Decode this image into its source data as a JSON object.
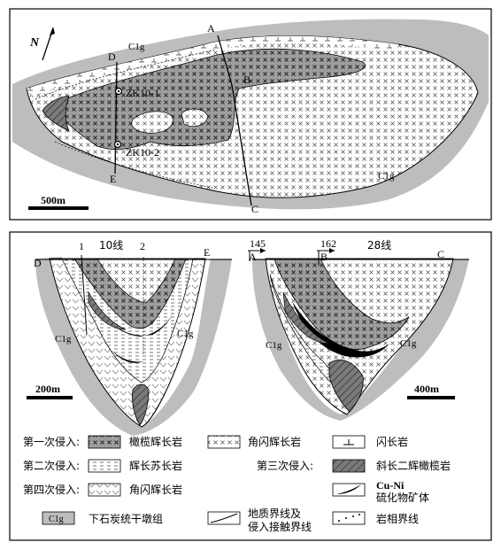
{
  "map": {
    "north_label": "N",
    "points": {
      "A": "A",
      "B": "B",
      "C": "C",
      "D": "D",
      "E": "E"
    },
    "boreholes": [
      "ZK10-1",
      "ZK10-2"
    ],
    "formation_top": "C1g",
    "formation_bottom": "C1g",
    "scale_label": "500m"
  },
  "section_left": {
    "title": "10线",
    "line_markers": [
      "1",
      "2"
    ],
    "end_left": "D",
    "end_right": "E",
    "formation_left": "C1g",
    "formation_right": "C1g",
    "scale_label": "200m"
  },
  "section_right": {
    "title": "28线",
    "markers": [
      "145",
      "162"
    ],
    "end_a": "A",
    "end_b": "B",
    "end_c": "C",
    "formation_left": "C1g",
    "formation_right": "C1g",
    "scale_label": "400m"
  },
  "legend": {
    "row1_prefix": "第一次侵入:",
    "row1_a": "橄榄辉长岩",
    "row1_b": "角闪辉长岩",
    "row1_c": "闪长岩",
    "row2_prefix": "第二次侵入:",
    "row2_a": "辉长苏长岩",
    "row2_mid_prefix": "第三次侵入:",
    "row2_b": "斜长二辉橄榄岩",
    "row3_prefix": "第四次侵入:",
    "row3_a": "角闪辉长岩",
    "row3_c_line1": "Cu-Ni",
    "row3_c_line2": "硫化物矿体",
    "row4_swatch": "C1g",
    "row4_a": "下石炭统干墩组",
    "row4_b_line1": "地质界线及",
    "row4_b_line2": "侵入接触界线",
    "row4_c": "岩相界线"
  },
  "colors": {
    "host_rock": "#bdbdbd",
    "olivine_gabbro": "#9e9e9e",
    "dark_unit": "#6e6e6e",
    "ore": "#000000"
  }
}
